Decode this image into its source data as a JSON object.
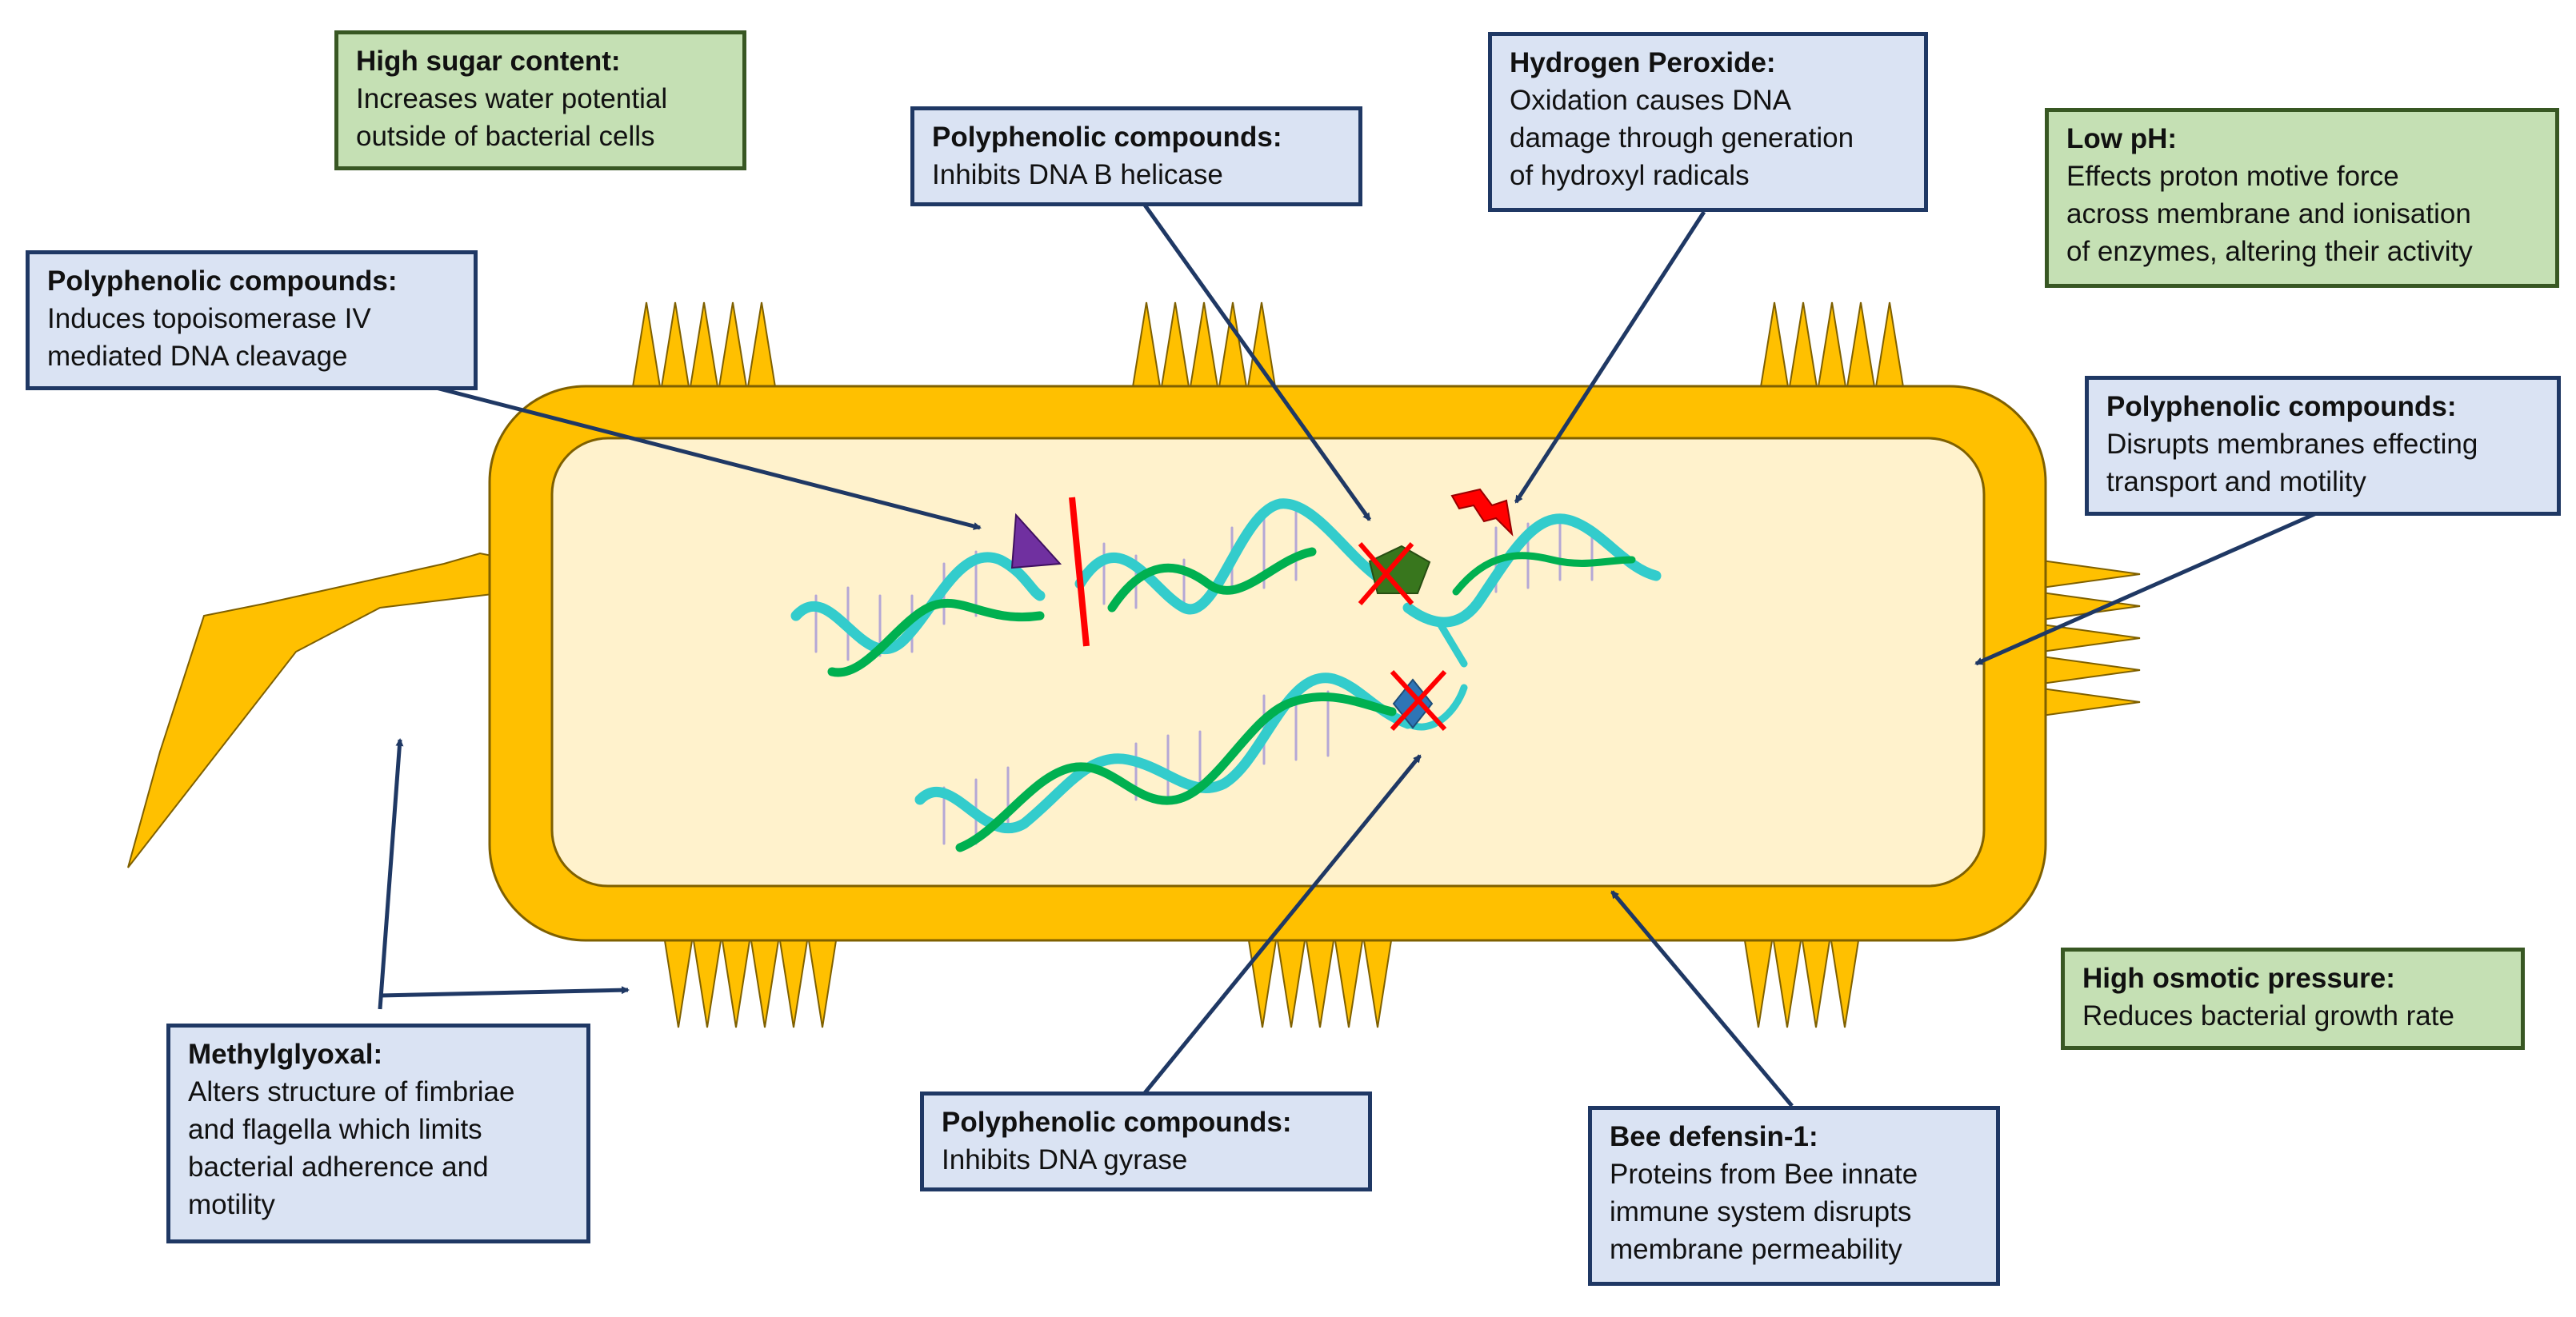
{
  "annotations": [
    {
      "id": "high-sugar",
      "kind": "environmental",
      "title": "High sugar content:",
      "body": "Increases water potential\noutside of bacterial cells"
    },
    {
      "id": "polyphenolic-helicase",
      "kind": "mechanism",
      "title": "Polyphenolic compounds:",
      "body": "Inhibits  DNA B helicase"
    },
    {
      "id": "hydrogen-peroxide",
      "kind": "mechanism",
      "title": "Hydrogen Peroxide:",
      "body": "Oxidation causes DNA\ndamage through  generation\nof hydroxyl  radicals"
    },
    {
      "id": "low-ph",
      "kind": "environmental",
      "title": "Low pH:",
      "body": "Effects proton motive force\nacross membrane and ionisation\nof enzymes,  altering their activity"
    },
    {
      "id": "polyphenolic-topoisomerase",
      "kind": "mechanism",
      "title": "Polyphenolic compounds:",
      "body": "Induces  topoisomerase IV\nmediated DNA cleavage"
    },
    {
      "id": "polyphenolic-membranes",
      "kind": "mechanism",
      "title": "Polyphenolic compounds:",
      "body": "Disrupts membranes  effecting\ntransport and motility"
    },
    {
      "id": "high-osmotic",
      "kind": "environmental",
      "title": "High osmotic pressure:",
      "body": "Reduces bacterial growth rate"
    },
    {
      "id": "methylglyoxal",
      "kind": "mechanism",
      "title": "Methylglyoxal:",
      "body": "Alters structure  of fimbriae\nand flagella which limits\nbacterial adherence and\nmotility"
    },
    {
      "id": "polyphenolic-gyrase",
      "kind": "mechanism",
      "title": "Polyphenolic compounds:",
      "body": "Inhibits  DNA gyrase"
    },
    {
      "id": "bee-defensin",
      "kind": "mechanism",
      "title": "Bee defensin-1:",
      "body": "Proteins from Bee innate\nimmune system disrupts\nmembrane permeability"
    }
  ],
  "colors": {
    "cell_wall": "#ffc000",
    "cytoplasm": "#fff2cc",
    "arrow": "#1f3864",
    "dna_strand_a": "#33cccc",
    "dna_strand_b": "#00b050",
    "blocked_mark": "#ff0000",
    "gyrase_marker": "#2e75b6",
    "helicase_marker": "#38761d",
    "topoisomerase_marker": "#7030a0",
    "mechanism_box": "#dae3f3",
    "environmental_box": "#c5e0b4"
  }
}
